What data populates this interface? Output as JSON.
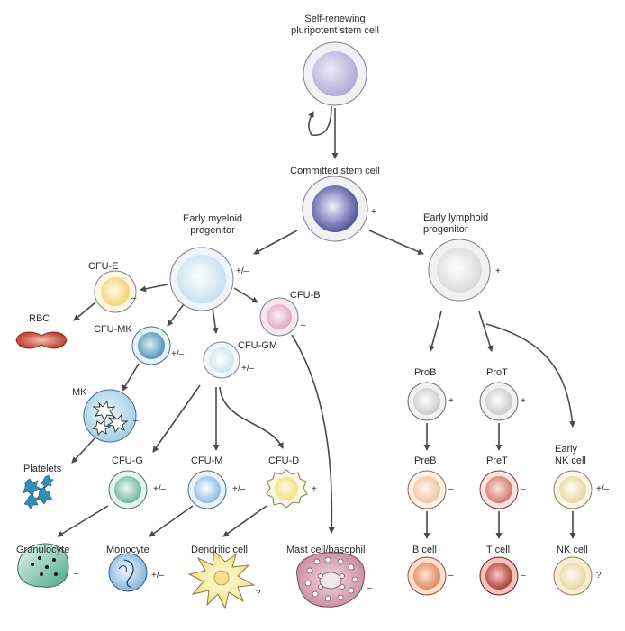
{
  "nodes": {
    "stem_cell": {
      "label_line1": "Self-renewing",
      "label_line2": "pluripotent stem cell"
    },
    "committed": {
      "label": "Committed stem cell",
      "sign": "+"
    },
    "early_myeloid": {
      "label_line1": "Early myeloid",
      "label_line2": "progenitor",
      "sign": "+/–"
    },
    "early_lymphoid": {
      "label_line1": "Early lymphoid",
      "label_line2": "progenitor",
      "sign": "+"
    },
    "cfu_e": {
      "label": "CFU-E",
      "sign": "–"
    },
    "rbc": {
      "label": "RBC"
    },
    "cfu_mk": {
      "label": "CFU-MK",
      "sign": "+/–"
    },
    "mk": {
      "label": "MK",
      "sign": "–"
    },
    "platelets": {
      "label": "Platelets",
      "sign": "–"
    },
    "cfu_b": {
      "label": "CFU-B",
      "sign": "–"
    },
    "cfu_gm": {
      "label": "CFU-GM",
      "sign": "+/–"
    },
    "cfu_g": {
      "label": "CFU-G",
      "sign": "+/–"
    },
    "cfu_m": {
      "label": "CFU-M",
      "sign": "+/–"
    },
    "cfu_d": {
      "label": "CFU-D",
      "sign": "+"
    },
    "granulocyte": {
      "label": "Granulocyte",
      "sign": "–"
    },
    "monocyte": {
      "label": "Monocyte",
      "sign": "+/–"
    },
    "dendritic": {
      "label": "Dendritic cell",
      "sign": "?"
    },
    "mast": {
      "label": "Mast cell/basophil",
      "sign": "–"
    },
    "prob": {
      "label": "ProB",
      "sign": "+"
    },
    "prot": {
      "label": "ProT",
      "sign": "+"
    },
    "preb": {
      "label": "PreB",
      "sign": "–"
    },
    "pret": {
      "label": "PreT",
      "sign": "–"
    },
    "early_nk": {
      "label_line1": "Early",
      "label_line2": "NK cell",
      "sign": "+/–"
    },
    "bcell": {
      "label": "B cell",
      "sign": "–"
    },
    "tcell": {
      "label": "T cell",
      "sign": "–"
    },
    "nkcell": {
      "label": "NK cell",
      "sign": "?"
    }
  },
  "colors": {
    "arrow": "#4a4a4a",
    "stem": "#b5b0d8",
    "committed": "#5a5aa0",
    "myeloid": "#d4e6f0",
    "lymphoid": "#e8e8e8",
    "cfu_e": "#f2d47a",
    "rbc": "#c0392b",
    "cfu_mk": "#3a94ba",
    "cfu_b": "#e6b4cf",
    "cfu_g": "#5db79a",
    "cfu_m": "#7eb6e0",
    "cfu_d": "#f3e07a",
    "mast": "#c9879f",
    "preb": "#f4c8a8",
    "bcell": "#e48a5a",
    "pret": "#d46a5a",
    "tcell": "#b02a2a",
    "nk": "#e6d6a0"
  }
}
